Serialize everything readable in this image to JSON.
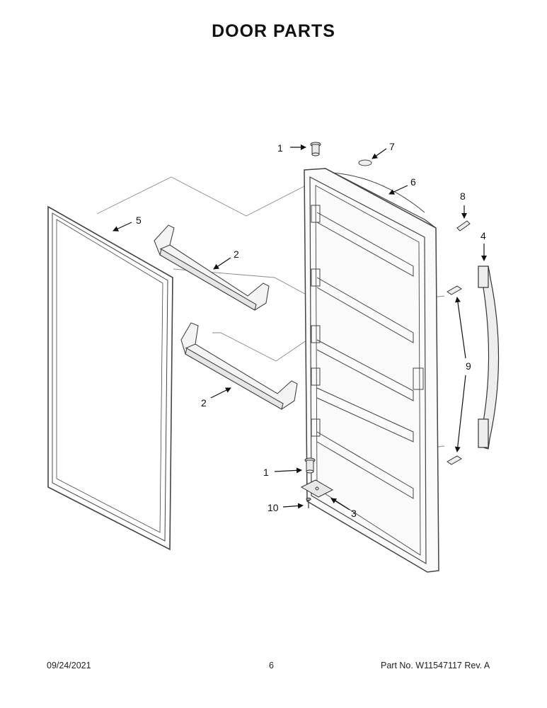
{
  "page": {
    "title": "DOOR PARTS"
  },
  "callouts": {
    "c1_top": "1",
    "c7": "7",
    "c6": "6",
    "c8": "8",
    "c4": "4",
    "c5": "5",
    "c2_upper": "2",
    "c2_lower": "2",
    "c9": "9",
    "c1_bottom": "1",
    "c10": "10",
    "c3": "3"
  },
  "footer": {
    "date": "09/24/2021",
    "page_number": "6",
    "part_info": "Part No.  W11547117  Rev.  A"
  }
}
